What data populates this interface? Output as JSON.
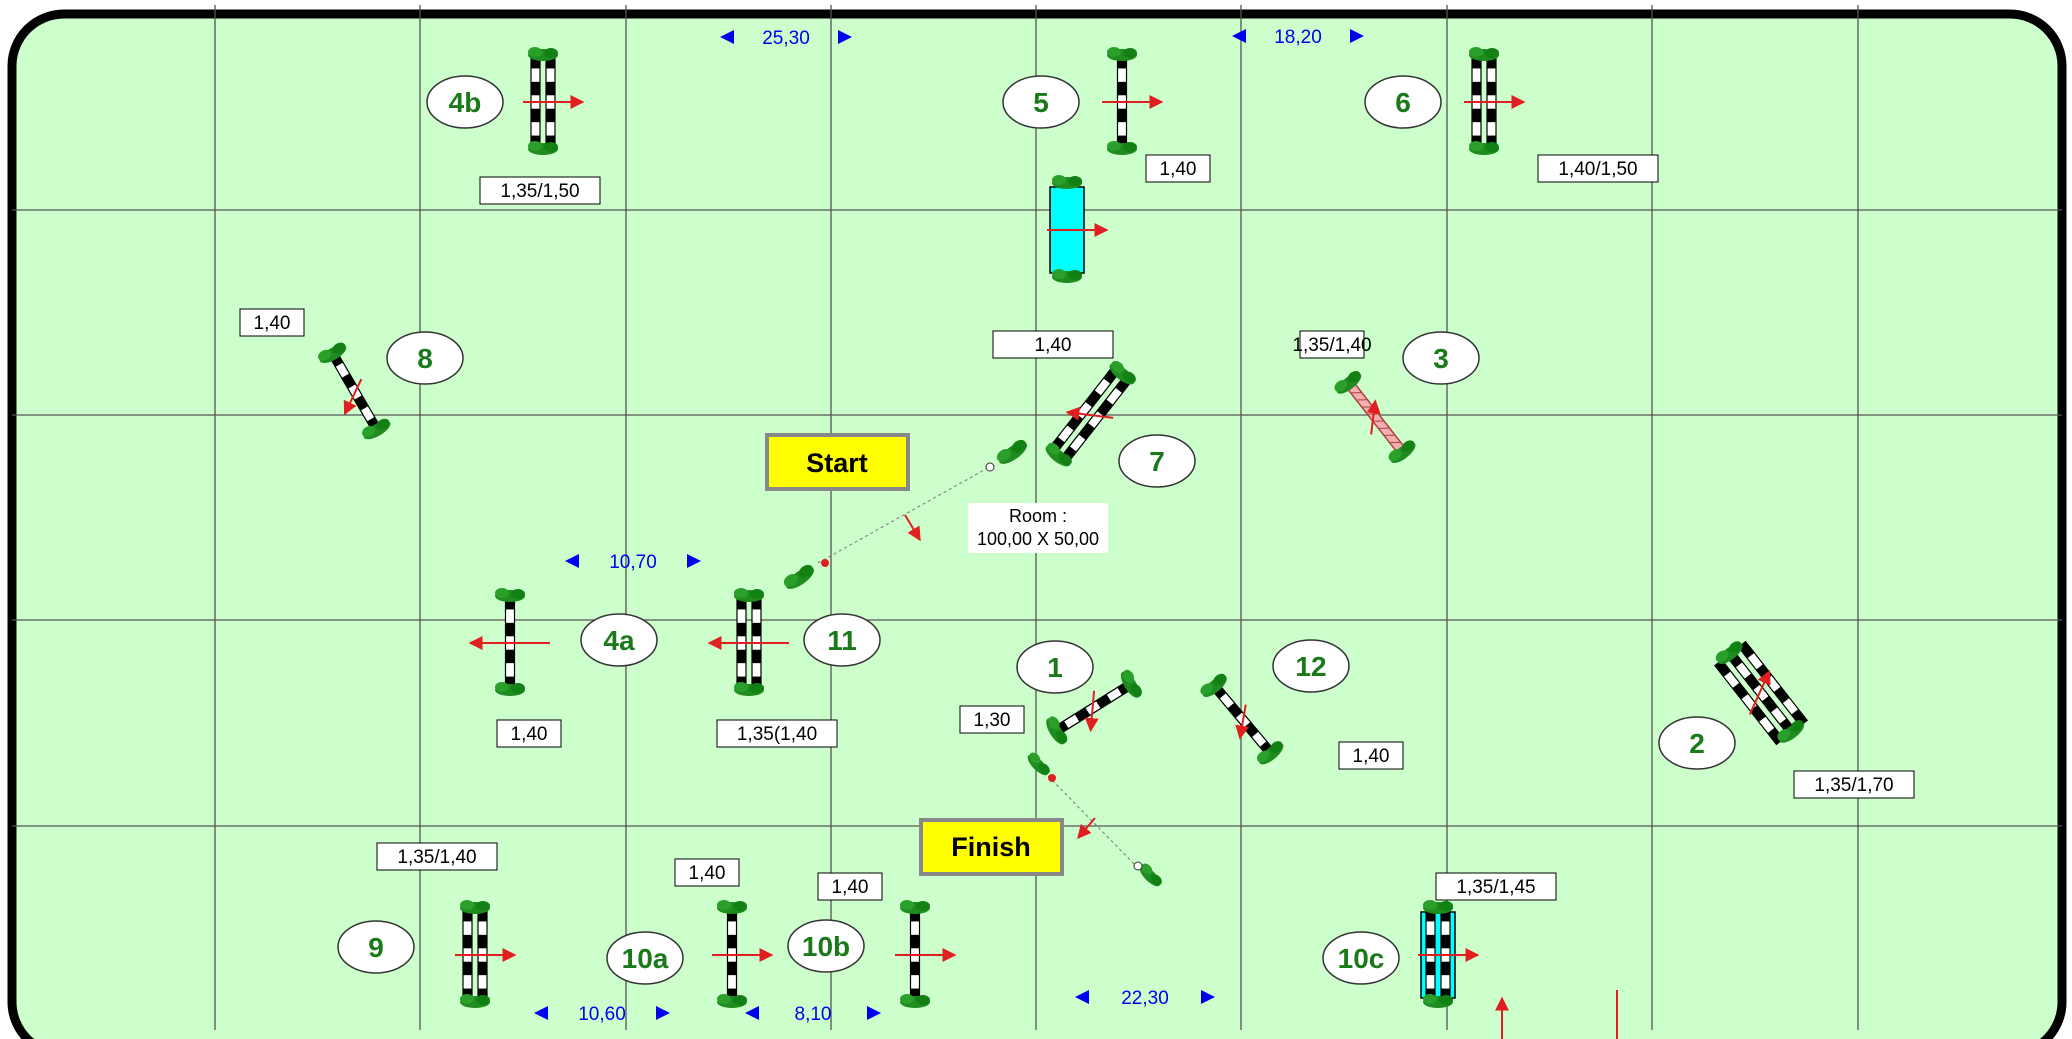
{
  "arena": {
    "room_label_1": "Room :",
    "room_label_2": "100,00 X 50,00",
    "colors": {
      "ground": "#ccffcc",
      "border": "#000000",
      "grid": "#555555",
      "number_text": "#1a7a1a",
      "distance_text": "#0000ee",
      "arrow": "#e02020",
      "water": "#00ffff",
      "sign": "#ffff00",
      "greenery": "#1e8c1e"
    }
  },
  "start_sign": {
    "label": "Start"
  },
  "finish_sign": {
    "label": "Finish"
  },
  "obstacle_numbers": [
    "1",
    "2",
    "3",
    "4a",
    "4b",
    "5",
    "6",
    "7",
    "8",
    "9",
    "10a",
    "10b",
    "10c",
    "11",
    "12"
  ],
  "height_labels": [
    "1,35/1,50",
    "1,40",
    "1,40/1,50",
    "1,40",
    "1,35/1,40",
    "1,40",
    "1,35(1,40",
    "1,40",
    "1,30",
    "1,40",
    "1,35/1,70",
    "1,35/1,40",
    "1,40",
    "1,40",
    "1,35/1,45"
  ],
  "distances": [
    "25,30",
    "18,20",
    "10,70",
    "10,60",
    "8,10",
    "22,30"
  ]
}
